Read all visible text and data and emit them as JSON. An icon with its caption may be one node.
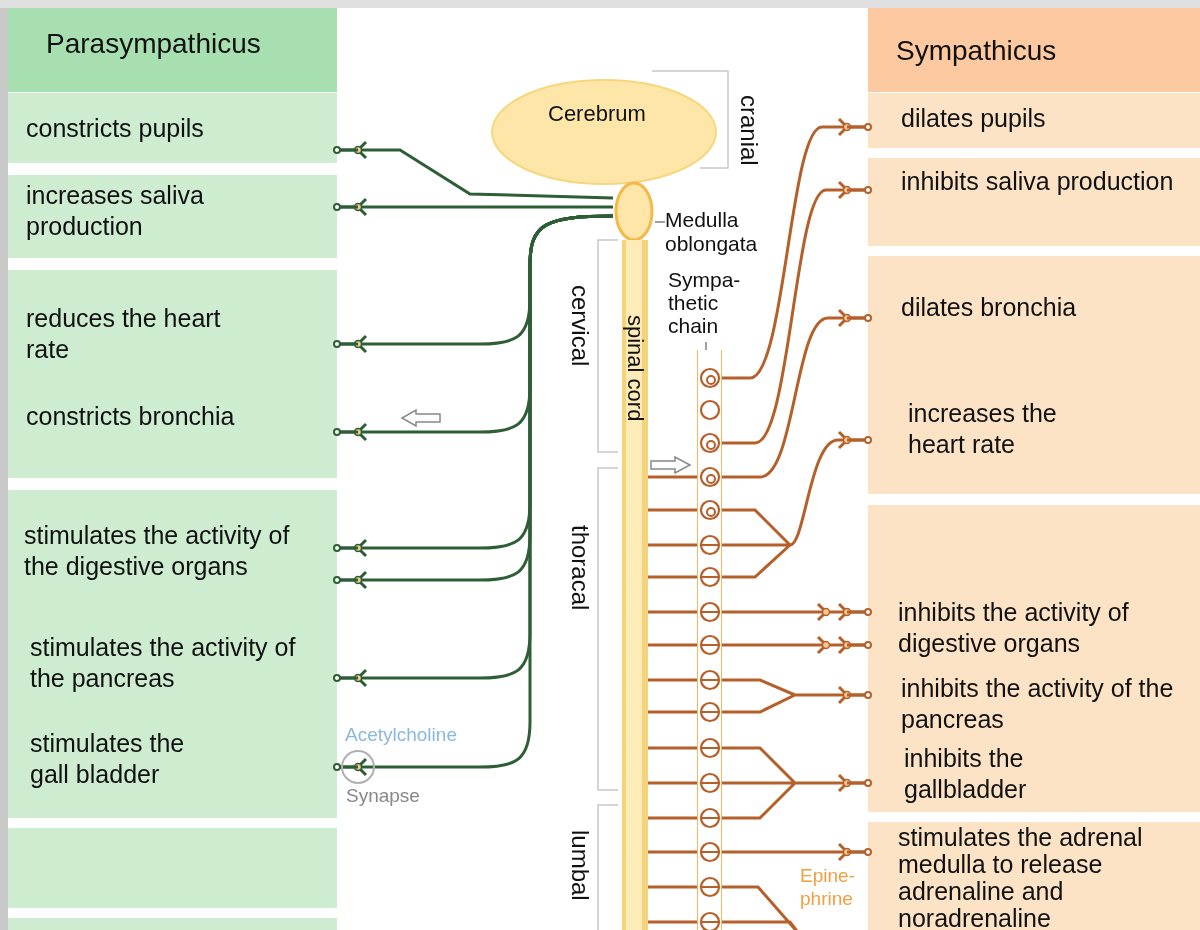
{
  "diagram": {
    "nodes": [
      {
        "text": [
          "Parasympathicus"
        ]
      },
      {
        "text": [
          "constricts pupils"
        ]
      },
      {
        "text": [
          "increases saliva production"
        ]
      },
      {
        "text": [
          "reduces the heart rate",
          "constricts bronchia"
        ]
      },
      {
        "text": [
          "stimulates the activity of the digestive organs",
          "stimulates the activity of the pancreas",
          "stimulates the gall bladder"
        ]
      },
      {
        "text": [],
        "shape": "box"
      },
      {
        "text": [],
        "shape": "box"
      },
      {
        "text": [
          "Cerebrum"
        ]
      },
      {
        "text": [],
        "shape": "circle"
      },
      {
        "text": [
          "Medulla oblongata"
        ]
      },
      {
        "text": [
          "spinal cord"
        ]
      },
      {
        "text": [],
        "shape": "bar"
      },
      {
        "text": [
          "Sympa- thetic chain"
        ]
      },
      {
        "text": [
          "Sympathicus"
        ]
      },
      {
        "text": [
          "dilates pupils"
        ]
      },
      {
        "text": [
          "inhibits saliva production"
        ]
      },
      {
        "text": [
          "dilates bronchia",
          "increases the heart rate"
        ]
      },
      {
        "text": [
          "inhibits the activity of digestive organs",
          "inhibits the activity of the pancreas",
          "inhibits the gallbladder"
        ]
      },
      {
        "text": [
          "stimulates the adrenal medulla to release adrenaline and noradrenaline"
        ]
      }
    ],
    "edges": [
      {
        "from": 8,
        "to": 1,
        "arrow": "to",
        "color": "#2d5e35"
      },
      {
        "from": 8,
        "to": 2,
        "arrow": "to",
        "color": "#2d5e35"
      },
      {
        "from": 8,
        "to": 3,
        "arrow": "to",
        "color": "#2d5e35"
      },
      {
        "from": 8,
        "to": 3,
        "arrow": "to",
        "color": "#2d5e35"
      },
      {
        "from": 8,
        "to": 4,
        "arrow": "to",
        "color": "#2d5e35"
      },
      {
        "from": 8,
        "to": 4,
        "arrow": "to",
        "color": "#2d5e35"
      },
      {
        "from": 8,
        "to": 4,
        "arrow": "to",
        "color": "#2d5e35"
      },
      {
        "from": 8,
        "to": 4,
        "arrow": "to",
        "color": "#2d5e35"
      },
      {
        "from": 11,
        "to": 14,
        "arrow": "to"
      },
      {
        "from": 11,
        "to": 15,
        "arrow": "to"
      },
      {
        "from": 11,
        "to": 16,
        "arrow": "to"
      },
      {
        "from": 11,
        "to": 16,
        "arrow": "to"
      },
      {
        "from": 11,
        "to": 17,
        "arrow": "to"
      },
      {
        "from": 11,
        "to": 17,
        "arrow": "to"
      },
      {
        "from": 11,
        "to": 17,
        "arrow": "to"
      },
      {
        "from": 11,
        "to": 17,
        "arrow": "to"
      },
      {
        "from": 11,
        "to": 18,
        "arrow": "to"
      },
      {
        "from": 11,
        "to": null,
        "arrow": "none"
      },
      {
        "from": 10,
        "to": 11,
        "arrow": "none"
      },
      {
        "from": 10,
        "to": 11,
        "arrow": "none"
      },
      {
        "from": 10,
        "to": 11,
        "arrow": "none"
      },
      {
        "from": 10,
        "to": 11,
        "arrow": "none"
      },
      {
        "from": 10,
        "to": 11,
        "arrow": "none"
      },
      {
        "from": 10,
        "to": 11,
        "arrow": "none"
      },
      {
        "from": 10,
        "to": 11,
        "arrow": "none"
      },
      {
        "from": 10,
        "to": 11,
        "arrow": "none"
      },
      {
        "from": 10,
        "to": 11,
        "arrow": "none"
      },
      {
        "from": 10,
        "to": 11,
        "arrow": "none"
      },
      {
        "from": 10,
        "to": 11,
        "arrow": "none"
      },
      {
        "from": 10,
        "to": 11,
        "arrow": "none"
      },
      {
        "from": 10,
        "to": 11,
        "arrow": "none"
      },
      {
        "from": 10,
        "to": 11,
        "arrow": "none"
      },
      {
        "from": 9,
        "to": 8,
        "arrow": "none",
        "color": "#808080"
      },
      {
        "from": 12,
        "to": 11,
        "arrow": "none",
        "color": "#808080"
      }
    ],
    "labels": [
      "cranial",
      "cervical",
      "thoracal",
      "lumbal",
      "Acetylcholine",
      "Synapse",
      "Epine- phrine"
    ]
  }
}
